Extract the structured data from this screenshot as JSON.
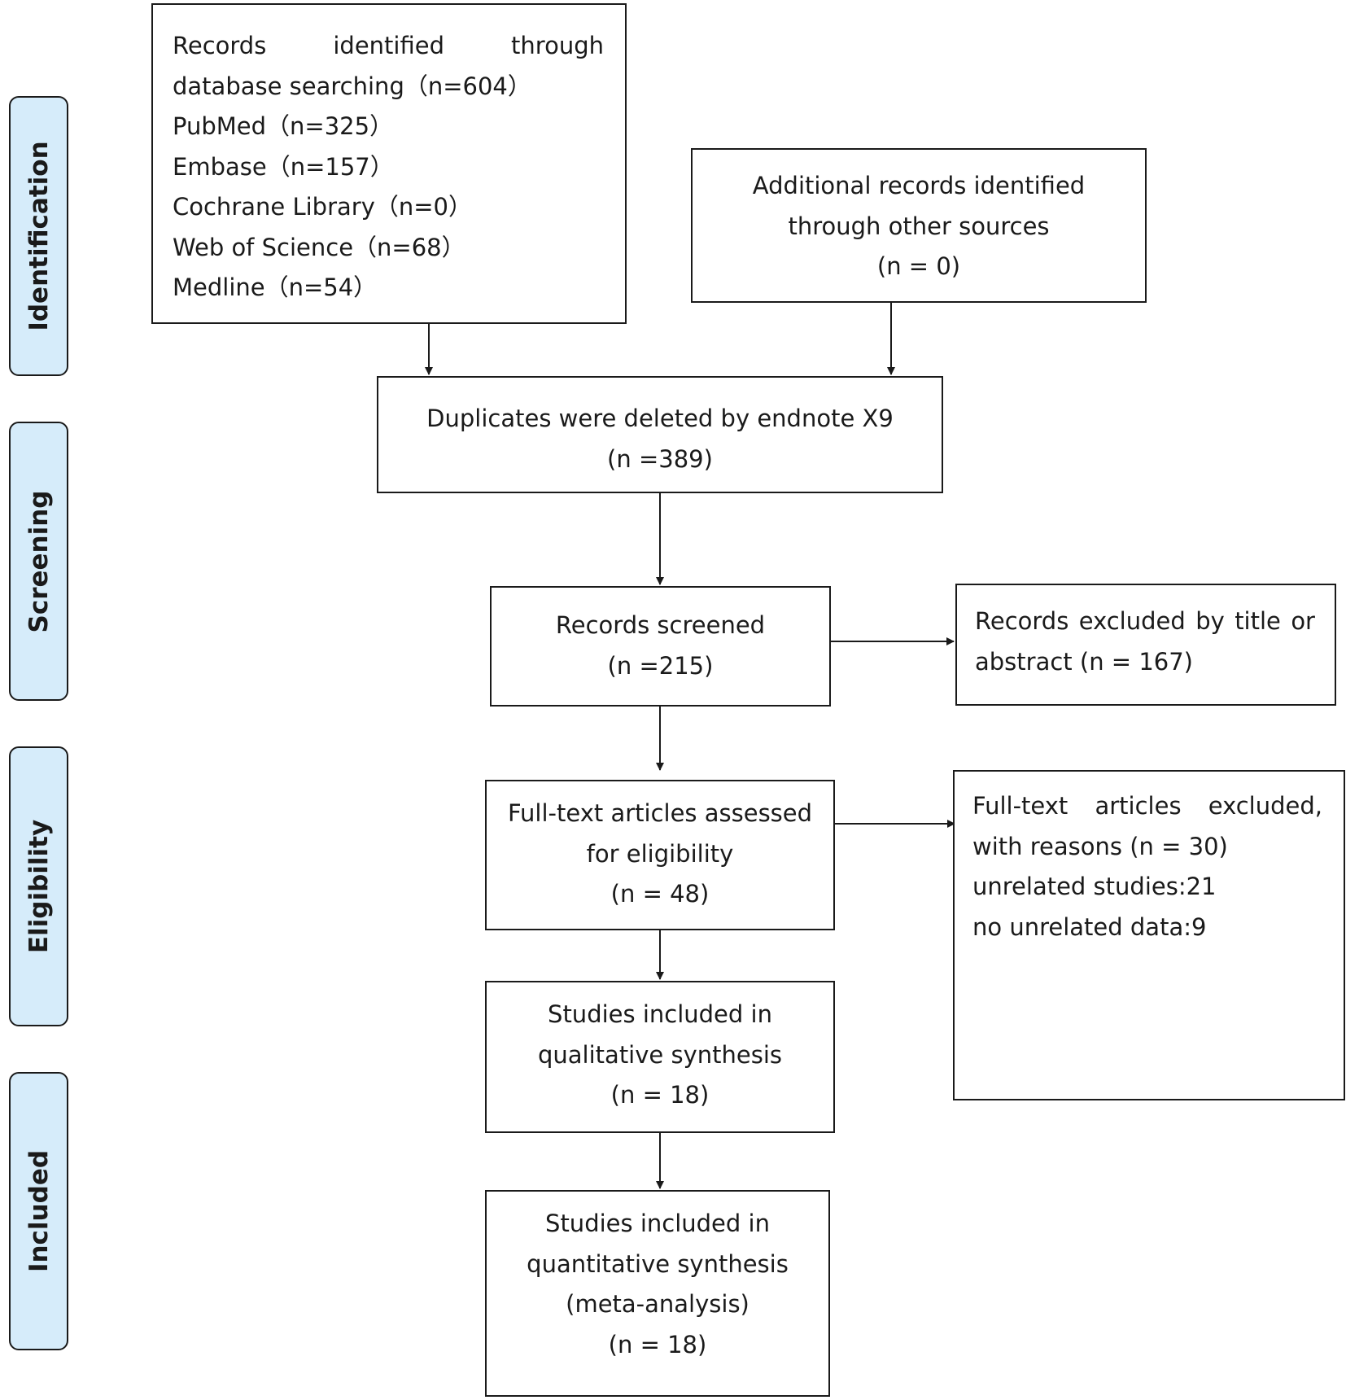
{
  "stages": {
    "identification": "Identification",
    "screening": "Screening",
    "eligibility": "Eligibility",
    "included": "Included"
  },
  "db_search": {
    "line1_word1": "Records",
    "line1_word2": "identified",
    "line1_word3": "through",
    "line2": "database searching（n=604）",
    "sources": [
      "PubMed（n=325）",
      "Embase（n=157）",
      "Cochrane Library（n=0）",
      "Web of Science（n=68）",
      "Medline（n=54）"
    ]
  },
  "other_sources": {
    "line1": "Additional records identified",
    "line2": "through other sources",
    "count": "(n = 0)"
  },
  "duplicates": {
    "line1": "Duplicates were deleted by endnote X9",
    "count": "(n =389)"
  },
  "screened": {
    "line1": "Records screened",
    "count": "(n =215)"
  },
  "excluded_title": {
    "line1_words": [
      "Records",
      "excluded",
      "by",
      "title",
      "or"
    ],
    "line2": "abstract (n = 167)"
  },
  "fulltext": {
    "line1": "Full-text articles assessed",
    "line2": "for eligibility",
    "count": "(n = 48)"
  },
  "fulltext_excluded": {
    "line1_words": [
      "Full-text",
      "articles",
      "excluded,"
    ],
    "line2": "with reasons (n = 30)",
    "line3": "unrelated studies:21",
    "line4": "no unrelated data:9"
  },
  "qualitative": {
    "line1": "Studies included in",
    "line2": "qualitative synthesis",
    "count": "(n = 18)"
  },
  "quantitative": {
    "line1": "Studies included in",
    "line2": "quantitative synthesis",
    "line3": "(meta-analysis)",
    "count": "(n = 18)"
  }
}
